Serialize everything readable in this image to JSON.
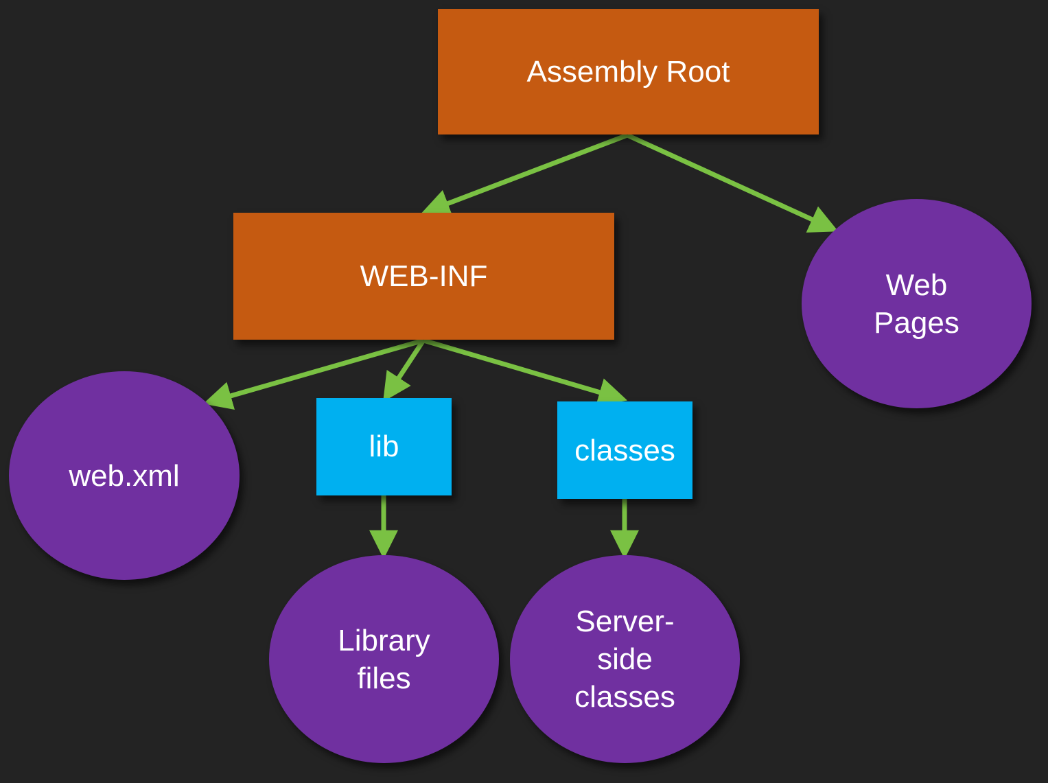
{
  "diagram": {
    "nodes": {
      "assembly_root": {
        "label": "Assembly Root",
        "color": "#c55a11"
      },
      "web_inf": {
        "label": "WEB-INF",
        "color": "#c55a11"
      },
      "web_pages": {
        "label": "Web\nPages",
        "color": "#7030a0"
      },
      "web_xml": {
        "label": "web.xml",
        "color": "#7030a0"
      },
      "lib": {
        "label": "lib",
        "color": "#00b0f0"
      },
      "classes": {
        "label": "classes",
        "color": "#00b0f0"
      },
      "library_files": {
        "label": "Library\nfiles",
        "color": "#7030a0"
      },
      "server_side_classes": {
        "label": "Server-\nside\nclasses",
        "color": "#7030a0"
      }
    },
    "edges": [
      {
        "from": "assembly_root",
        "to": "web_inf"
      },
      {
        "from": "assembly_root",
        "to": "web_pages"
      },
      {
        "from": "web_inf",
        "to": "web_xml"
      },
      {
        "from": "web_inf",
        "to": "lib"
      },
      {
        "from": "web_inf",
        "to": "classes"
      },
      {
        "from": "lib",
        "to": "library_files"
      },
      {
        "from": "classes",
        "to": "server_side_classes"
      }
    ],
    "arrow_color": "#7ac143"
  }
}
